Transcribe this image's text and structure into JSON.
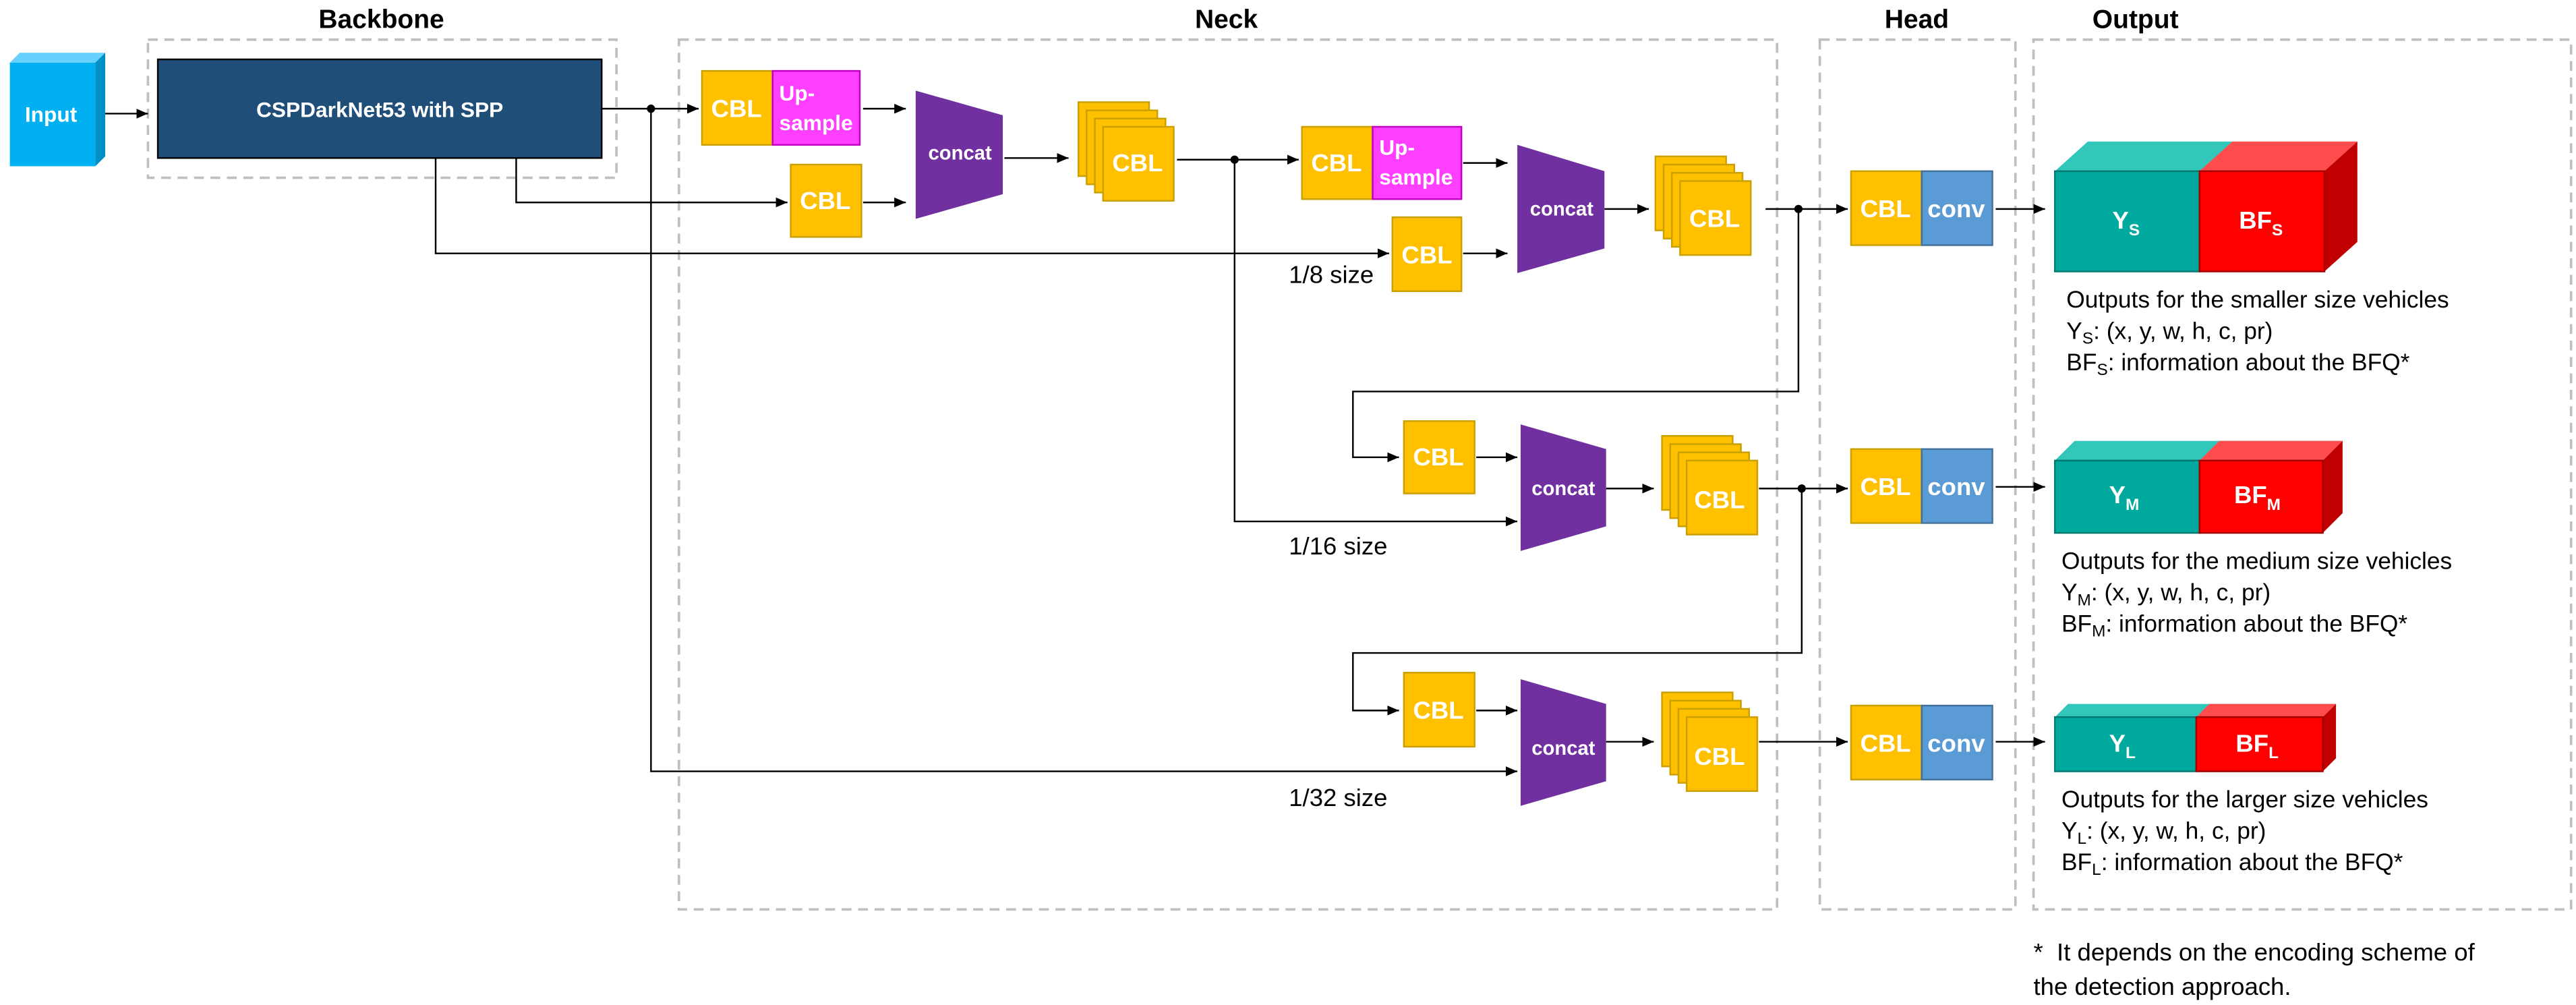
{
  "sections": {
    "backbone": "Backbone",
    "neck": "Neck",
    "head": "Head",
    "output": "Output"
  },
  "blocks": {
    "input": "Input",
    "backbone": "CSPDarkNet53 with SPP",
    "cbl": "CBL",
    "upsample_line1": "Up-",
    "upsample_line2": "sample",
    "concat": "concat",
    "conv": "conv"
  },
  "scales": {
    "small": "1/8 size",
    "medium": "1/16 size",
    "large": "1/32 size"
  },
  "outputs": {
    "small": {
      "y_main": "Y",
      "y_sub": "S",
      "bf_main": "BF",
      "bf_sub": "S",
      "desc": "Outputs for the smaller size vehicles",
      "y_desc": ": (x, y, w, h, c, pr)",
      "bf_desc": ": information about the BFQ*"
    },
    "medium": {
      "y_main": "Y",
      "y_sub": "M",
      "bf_main": "BF",
      "bf_sub": "M",
      "desc": "Outputs for the medium size vehicles",
      "y_desc": ": (x, y, w, h, c, pr)",
      "bf_desc": ": information about the BFQ*"
    },
    "large": {
      "y_main": "Y",
      "y_sub": "L",
      "bf_main": "BF",
      "bf_sub": "L",
      "desc": "Outputs for the larger size vehicles",
      "y_desc": ": (x, y, w, h, c, pr)",
      "bf_desc": ": information about the BFQ*"
    }
  },
  "footnote": {
    "line1": "*  It depends on the encoding scheme of",
    "line2": "the detection approach."
  },
  "colors": {
    "input": "#00B0F0",
    "backbone": "#1F4E79",
    "cbl": "#FFC000",
    "upsample": "#FF3FFF",
    "concat": "#7030A0",
    "conv": "#5B9BD5",
    "y_block": "#00B0A0",
    "bf_block": "#FF0000"
  }
}
